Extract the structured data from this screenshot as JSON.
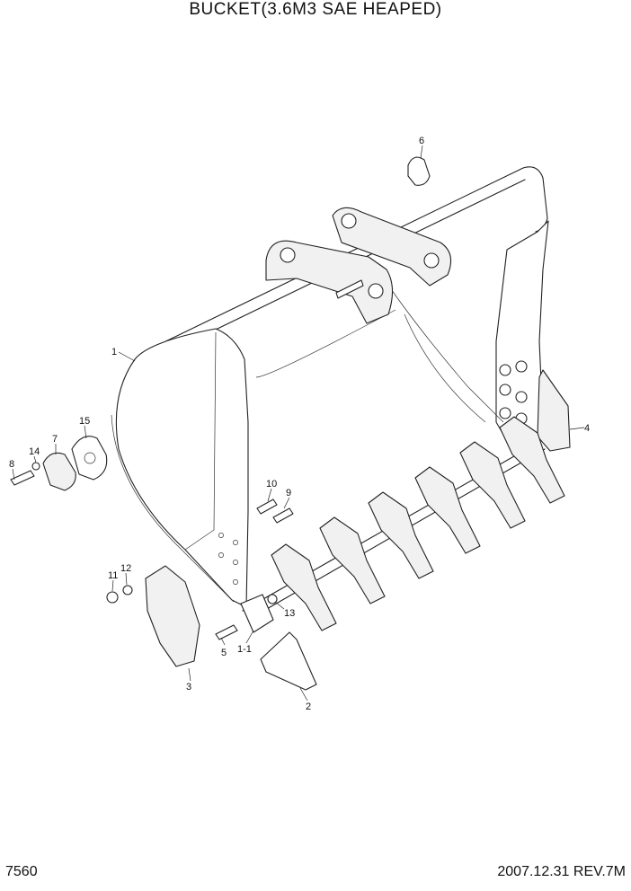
{
  "header": {
    "title": "BUCKET(3.6M3  SAE HEAPED)"
  },
  "footer": {
    "page_number": "7560",
    "revision": "2007.12.31  REV.7M"
  },
  "callouts": {
    "p1": "1",
    "p1_1": "1-1",
    "p2": "2",
    "p3": "3",
    "p4": "4",
    "p5": "5",
    "p6": "6",
    "p7": "7",
    "p8": "8",
    "p9": "9",
    "p10": "10",
    "p11": "11",
    "p12": "12",
    "p13": "13",
    "p14": "14",
    "p15": "15"
  }
}
